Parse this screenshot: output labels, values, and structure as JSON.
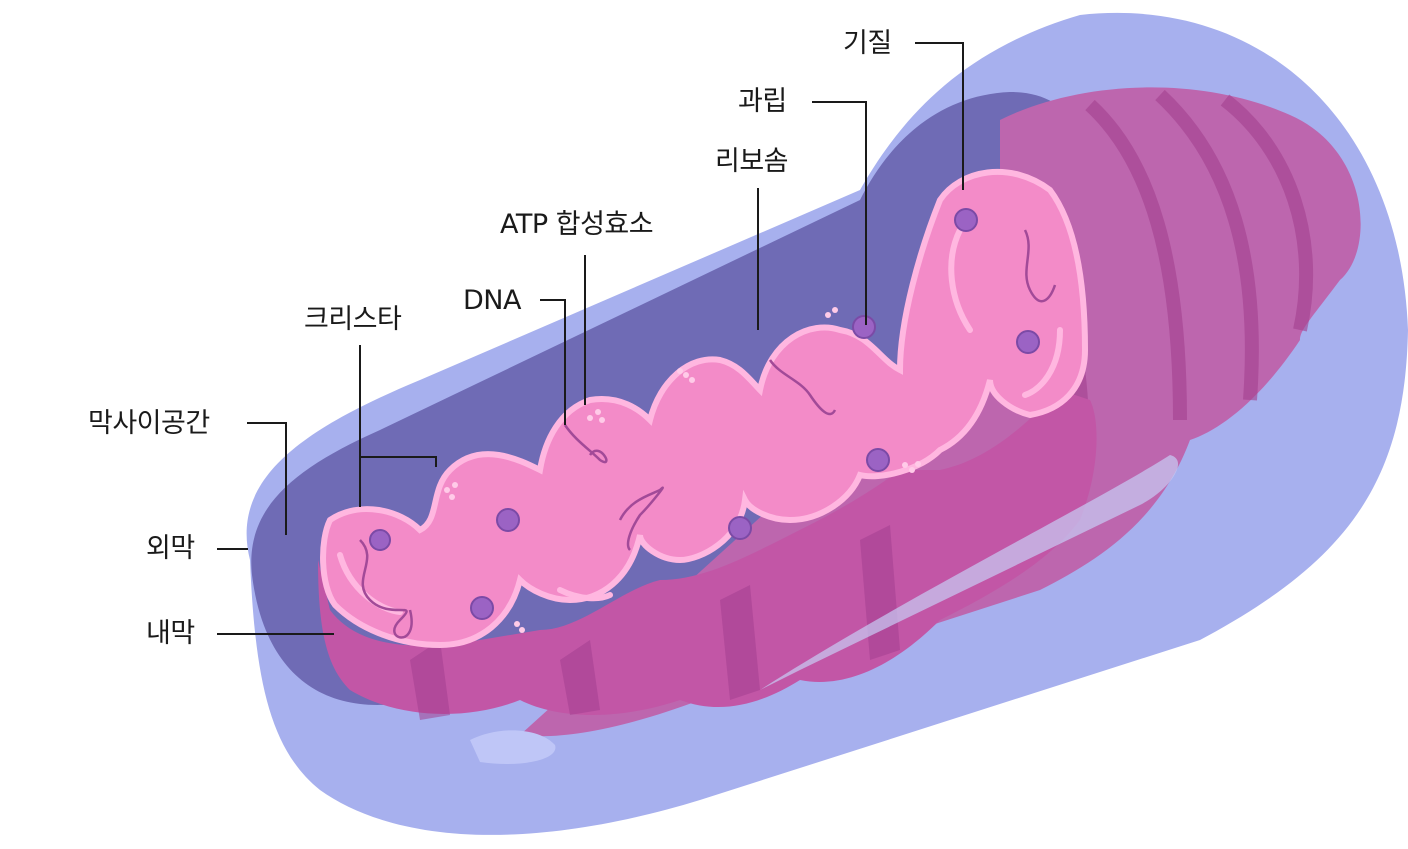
{
  "labels": {
    "matrix": "기질",
    "granule": "과립",
    "ribosome": "리보솜",
    "atp_synthase": "ATP 합성효소",
    "dna": "DNA",
    "cristae": "크리스타",
    "intermembrane_space": "막사이공간",
    "outer_membrane": "외막",
    "inner_membrane": "내막"
  },
  "colors": {
    "outer_membrane": "#a7b0ee",
    "intermembrane_space": "#6f6bb5",
    "inner_membrane_outer": "#b85fa8",
    "inner_membrane_dark": "#a4408f",
    "matrix": "#f38bc8",
    "granule": "#9b63c4",
    "leader_line": "#1a1a1a"
  }
}
